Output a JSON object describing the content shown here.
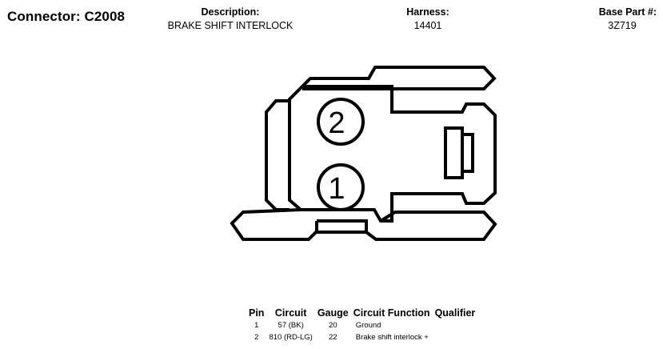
{
  "connector": {
    "label": "Connector: C2008"
  },
  "description": {
    "label": "Description:",
    "value": "BRAKE SHIFT INTERLOCK"
  },
  "harness": {
    "label": "Harness:",
    "value": "14401"
  },
  "base_part": {
    "label": "Base Part #:",
    "value": "3Z719"
  },
  "diagram": {
    "pin_labels": [
      "2",
      "1"
    ]
  },
  "pin_table": {
    "headers": [
      "Pin",
      "Circuit",
      "Gauge",
      "Circuit Function",
      "Qualifier"
    ],
    "rows": [
      {
        "pin": "1",
        "circuit": "57 (BK)",
        "gauge": "20",
        "function": "Ground",
        "qualifier": ""
      },
      {
        "pin": "2",
        "circuit": "810 (RD-LG)",
        "gauge": "22",
        "function": "Brake shift interlock +",
        "qualifier": ""
      }
    ]
  }
}
